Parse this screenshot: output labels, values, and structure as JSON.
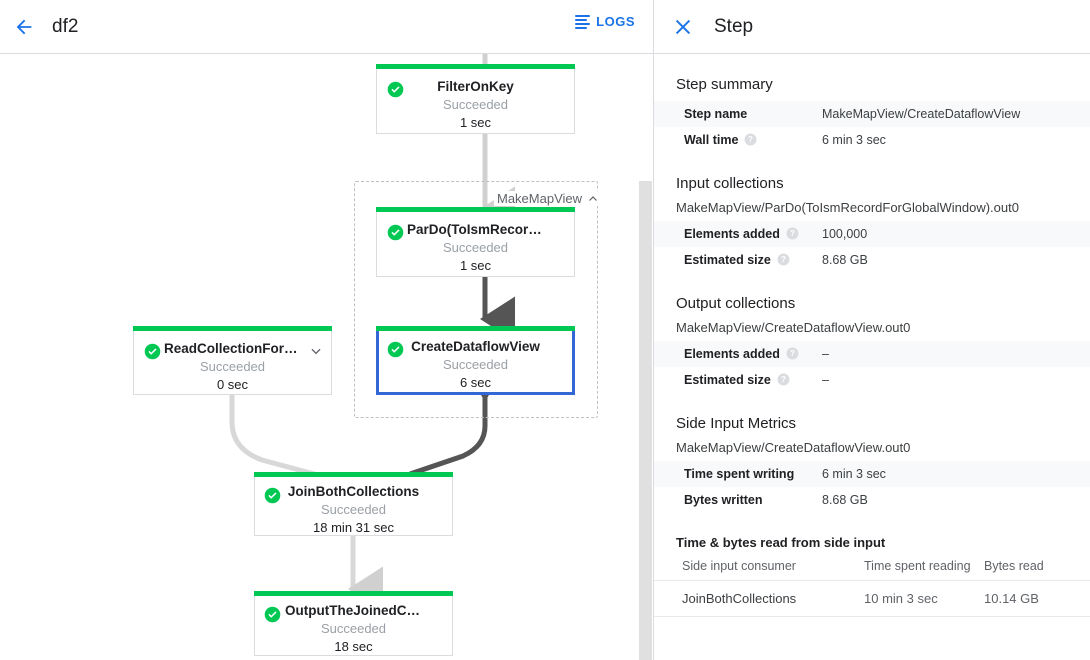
{
  "header": {
    "back_icon": "arrow-back-icon",
    "title": "df2",
    "logs_label": "LOGS",
    "logs_icon": "list-icon"
  },
  "graph": {
    "group": {
      "label": "MakeMapView",
      "collapse_icon": "chevron-up-icon"
    },
    "nodes": [
      {
        "id": "filter-on-key",
        "name": "FilterOnKey",
        "status": "Succeeded",
        "time": "1 sec",
        "status_icon": "check-circle-icon",
        "selected": false,
        "has_chevron": false
      },
      {
        "id": "pardo-toismrecordfor",
        "name": "ParDo(ToIsmRecordFor…",
        "status": "Succeeded",
        "time": "1 sec",
        "status_icon": "check-circle-icon",
        "selected": false,
        "has_chevron": false
      },
      {
        "id": "create-dataflow-view",
        "name": "CreateDataflowView",
        "status": "Succeeded",
        "time": "6 sec",
        "status_icon": "check-circle-icon",
        "selected": true,
        "has_chevron": false
      },
      {
        "id": "read-collection-for-join",
        "name": "ReadCollectionForJoin",
        "status": "Succeeded",
        "time": "0 sec",
        "status_icon": "check-circle-icon",
        "selected": false,
        "has_chevron": true,
        "chevron_icon": "chevron-down-icon"
      },
      {
        "id": "join-both-collections",
        "name": "JoinBothCollections",
        "status": "Succeeded",
        "time": "18 min 31 sec",
        "status_icon": "check-circle-icon",
        "selected": false,
        "has_chevron": false
      },
      {
        "id": "output-the-joined-collec",
        "name": "OutputTheJoinedCollec…",
        "status": "Succeeded",
        "time": "18 sec",
        "status_icon": "check-circle-icon",
        "selected": false,
        "has_chevron": false
      }
    ]
  },
  "panel": {
    "close_icon": "close-icon",
    "title": "Step",
    "step_summary": {
      "heading": "Step summary",
      "rows": [
        {
          "key": "Step name",
          "value": "MakeMapView/CreateDataflowView",
          "help": false
        },
        {
          "key": "Wall time",
          "value": "6 min 3 sec",
          "help": true
        }
      ]
    },
    "input_collections": {
      "heading": "Input collections",
      "name": "MakeMapView/ParDo(ToIsmRecordForGlobalWindow).out0",
      "rows": [
        {
          "key": "Elements added",
          "value": "100,000",
          "help": true
        },
        {
          "key": "Estimated size",
          "value": "8.68 GB",
          "help": true
        }
      ]
    },
    "output_collections": {
      "heading": "Output collections",
      "name": "MakeMapView/CreateDataflowView.out0",
      "rows": [
        {
          "key": "Elements added",
          "value": "–",
          "help": true
        },
        {
          "key": "Estimated size",
          "value": "–",
          "help": true
        }
      ]
    },
    "side_input_metrics": {
      "heading": "Side Input Metrics",
      "name": "MakeMapView/CreateDataflowView.out0",
      "rows": [
        {
          "key": "Time spent writing",
          "value": "6 min 3 sec",
          "help": false
        },
        {
          "key": "Bytes written",
          "value": "8.68 GB",
          "help": false
        }
      ]
    },
    "side_input_table": {
      "heading": "Time & bytes read from side input",
      "columns": [
        "Side input consumer",
        "Time spent reading",
        "Bytes read"
      ],
      "rows": [
        [
          "JoinBothCollections",
          "10 min 3 sec",
          "10.14 GB"
        ]
      ]
    }
  },
  "colors": {
    "accent": "#1a73e8",
    "selected_border": "#3367d6",
    "success": "#00c853",
    "divider": "#dadce0",
    "row_alt": "#f8f9fa",
    "edge_light": "#d8d8d8",
    "edge_dark": "#555555"
  }
}
